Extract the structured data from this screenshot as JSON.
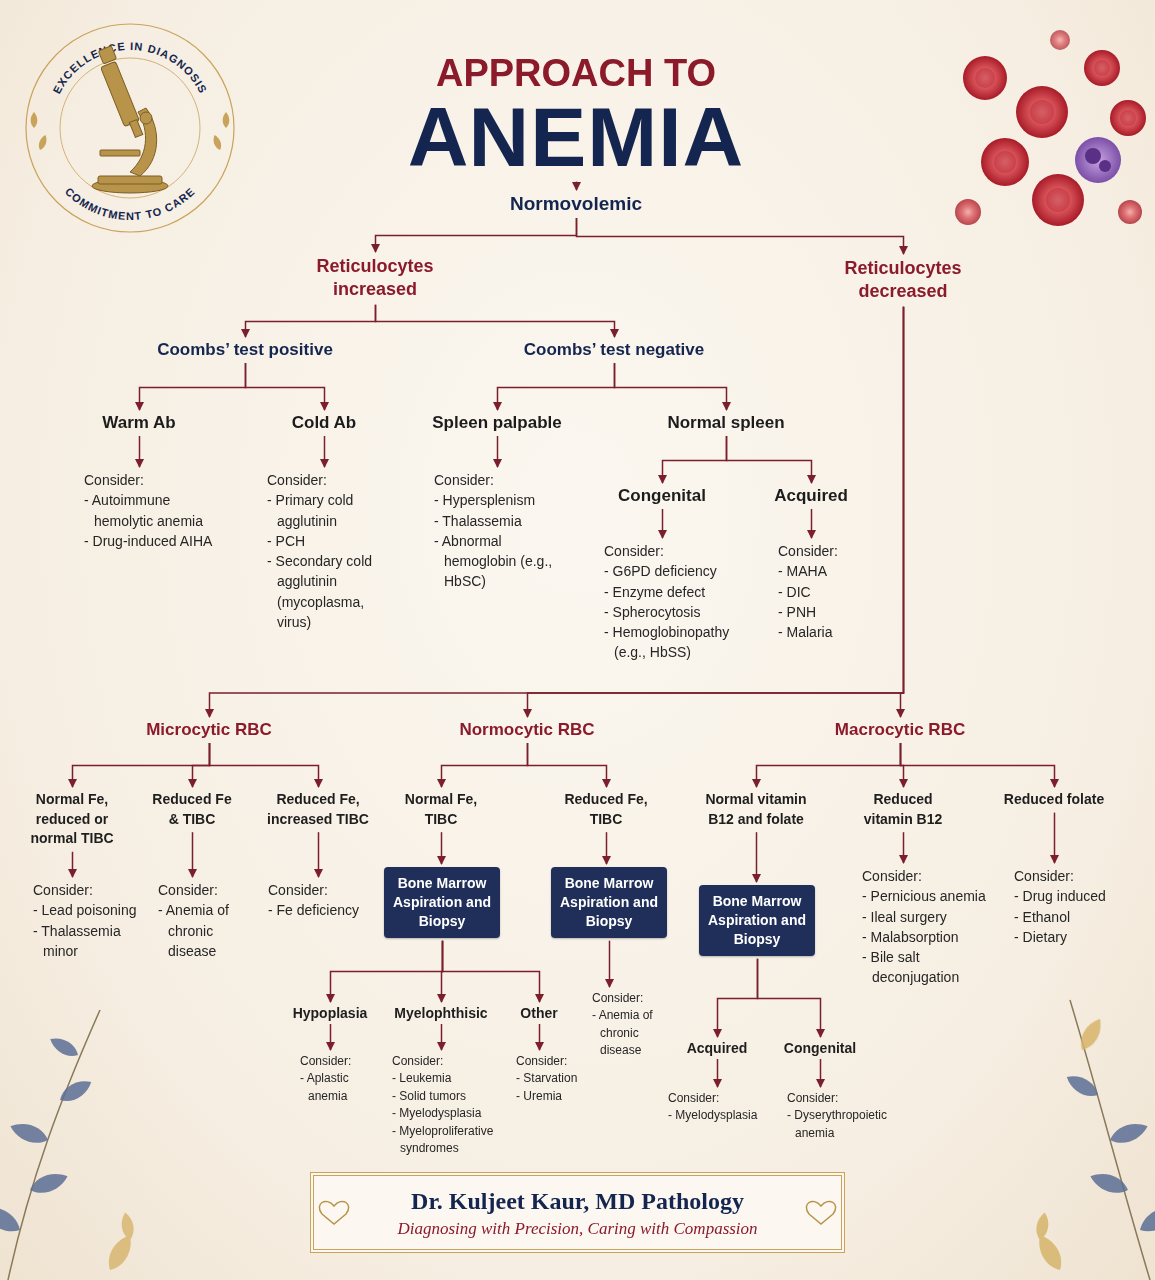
{
  "diagram": {
    "title": "APPROACH TO ANEMIA",
    "nodes": [
      {
        "text": [
          "Normovolemic"
        ]
      },
      {
        "text": [
          "Reticulocytes increased"
        ]
      },
      {
        "text": [
          "Reticulocytes decreased"
        ]
      },
      {
        "text": [
          "Coombs’ test positive"
        ]
      },
      {
        "text": [
          "Coombs’ test negative"
        ]
      },
      {
        "text": [
          "Warm Ab"
        ]
      },
      {
        "text": [
          "Cold Ab"
        ]
      },
      {
        "text": [
          "Spleen palpable"
        ]
      },
      {
        "text": [
          "Normal spleen"
        ]
      },
      {
        "text": [
          "Consider:",
          "- Autoimmune hemolytic anemia",
          "- Drug-induced AIHA"
        ]
      },
      {
        "text": [
          "Consider:",
          "- Primary cold agglutinin",
          "- PCH",
          "- Secondary cold agglutinin (mycoplasma, virus)"
        ]
      },
      {
        "text": [
          "Consider:",
          "- Hypersplenism",
          "- Thalassemia",
          "- Abnormal hemoglobin (e.g., HbSC)"
        ]
      },
      {
        "text": [
          "Congenital"
        ]
      },
      {
        "text": [
          "Acquired"
        ]
      },
      {
        "text": [
          "Consider:",
          "- G6PD deficiency",
          "- Enzyme defect",
          "- Spherocytosis",
          "- Hemoglobinopathy (e.g., HbSS)"
        ]
      },
      {
        "text": [
          "Consider:",
          "- MAHA",
          "- DIC",
          "- PNH",
          "- Malaria"
        ]
      },
      {
        "text": [
          "Microcytic RBC"
        ]
      },
      {
        "text": [
          "Normocytic RBC"
        ]
      },
      {
        "text": [
          "Macrocytic RBC"
        ]
      },
      {
        "text": [
          "Normal Fe, reduced or normal TIBC"
        ]
      },
      {
        "text": [
          "Reduced Fe & TIBC"
        ]
      },
      {
        "text": [
          "Reduced Fe, increased TIBC"
        ]
      },
      {
        "text": [
          "Normal Fe, TIBC"
        ]
      },
      {
        "text": [
          "Reduced Fe, TIBC"
        ]
      },
      {
        "text": [
          "Normal vitamin B12 and folate"
        ]
      },
      {
        "text": [
          "Reduced vitamin B12"
        ]
      },
      {
        "text": [
          "Reduced folate"
        ]
      },
      {
        "text": [
          "Consider:",
          "- Lead poisoning",
          "- Thalassemia minor"
        ]
      },
      {
        "text": [
          "Consider:",
          "- Anemia of chronic disease"
        ]
      },
      {
        "text": [
          "Consider:",
          "- Fe deficiency"
        ]
      },
      {
        "text": [
          "Bone Marrow Aspiration and Biopsy"
        ]
      },
      {
        "text": [
          "Bone Marrow Aspiration and Biopsy"
        ]
      },
      {
        "text": [
          "Bone Marrow Aspiration and Biopsy"
        ]
      },
      {
        "text": [
          "Consider:",
          "- Pernicious anemia",
          "- Ileal surgery",
          "- Malabsorption",
          "- Bile salt deconjugation"
        ]
      },
      {
        "text": [
          "Consider:",
          "- Drug induced",
          "- Ethanol",
          "- Dietary"
        ]
      },
      {
        "text": [
          "Hypoplasia"
        ]
      },
      {
        "text": [
          "Myelophthisic"
        ]
      },
      {
        "text": [
          "Other"
        ]
      },
      {
        "text": [
          "Consider:",
          "- Anemia of chronic disease"
        ]
      },
      {
        "text": [
          "Acquired"
        ]
      },
      {
        "text": [
          "Congenital"
        ]
      },
      {
        "text": [
          "Consider:",
          "- Aplastic anemia"
        ]
      },
      {
        "text": [
          "Consider:",
          "- Leukemia",
          "- Solid tumors",
          "- Myelodysplasia",
          "- Myeloproliferative syndromes"
        ]
      },
      {
        "text": [
          "Consider:",
          "- Starvation",
          "- Uremia"
        ]
      },
      {
        "text": [
          "Consider:",
          "- Myelodysplasia"
        ]
      },
      {
        "text": [
          "Consider:",
          "- Dyserythropoietic anemia"
        ]
      },
      {
        "text": [
          "Dr. Kuljeet Kaur, MD Pathology",
          "Diagnosing with Precision, Caring with Compassion"
        ]
      }
    ],
    "edges": [
      {
        "from": 0,
        "to": 1,
        "arrow": "to"
      },
      {
        "from": 0,
        "to": 2,
        "arrow": "to"
      },
      {
        "from": 1,
        "to": 3,
        "arrow": "to"
      },
      {
        "from": 1,
        "to": 4,
        "arrow": "to"
      },
      {
        "from": 3,
        "to": 5,
        "arrow": "to"
      },
      {
        "from": 3,
        "to": 6,
        "arrow": "to"
      },
      {
        "from": 4,
        "to": 7,
        "arrow": "to"
      },
      {
        "from": 4,
        "to": 8,
        "arrow": "to"
      },
      {
        "from": 5,
        "to": 9,
        "arrow": "to"
      },
      {
        "from": 6,
        "to": 10,
        "arrow": "to"
      },
      {
        "from": 7,
        "to": 11,
        "arrow": "to"
      },
      {
        "from": 8,
        "to": 12,
        "arrow": "to"
      },
      {
        "from": 8,
        "to": 13,
        "arrow": "to"
      },
      {
        "from": 12,
        "to": 14,
        "arrow": "to"
      },
      {
        "from": 13,
        "to": 15,
        "arrow": "to"
      },
      {
        "from": 2,
        "to": 16,
        "arrow": "to"
      },
      {
        "from": 2,
        "to": 17,
        "arrow": "to"
      },
      {
        "from": 2,
        "to": 18,
        "arrow": "to"
      },
      {
        "from": 16,
        "to": 19,
        "arrow": "to"
      },
      {
        "from": 16,
        "to": 20,
        "arrow": "to"
      },
      {
        "from": 16,
        "to": 21,
        "arrow": "to"
      },
      {
        "from": 17,
        "to": 22,
        "arrow": "to"
      },
      {
        "from": 17,
        "to": 23,
        "arrow": "to"
      },
      {
        "from": 18,
        "to": 24,
        "arrow": "to"
      },
      {
        "from": 18,
        "to": 25,
        "arrow": "to"
      },
      {
        "from": 18,
        "to": 26,
        "arrow": "to"
      },
      {
        "from": 19,
        "to": 27,
        "arrow": "to"
      },
      {
        "from": 20,
        "to": 28,
        "arrow": "to"
      },
      {
        "from": 21,
        "to": 29,
        "arrow": "to"
      },
      {
        "from": 22,
        "to": 30,
        "arrow": "to"
      },
      {
        "from": 23,
        "to": 31,
        "arrow": "to"
      },
      {
        "from": 24,
        "to": 32,
        "arrow": "to"
      },
      {
        "from": 25,
        "to": 33,
        "arrow": "to"
      },
      {
        "from": 26,
        "to": 34,
        "arrow": "to"
      },
      {
        "from": 30,
        "to": 35,
        "arrow": "to"
      },
      {
        "from": 30,
        "to": 36,
        "arrow": "to"
      },
      {
        "from": 30,
        "to": 37,
        "arrow": "to"
      },
      {
        "from": 31,
        "to": 38,
        "arrow": "to"
      },
      {
        "from": 32,
        "to": 39,
        "arrow": "to"
      },
      {
        "from": 32,
        "to": 40,
        "arrow": "to"
      },
      {
        "from": 35,
        "to": 41,
        "arrow": "to"
      },
      {
        "from": 36,
        "to": 42,
        "arrow": "to"
      },
      {
        "from": 37,
        "to": 43,
        "arrow": "to"
      },
      {
        "from": 39,
        "to": 44,
        "arrow": "to"
      },
      {
        "from": 40,
        "to": 45,
        "arrow": "to"
      }
    ],
    "labels": [
      "EXCELLENCE IN DIAGNOSIS",
      "COMMITMENT TO CARE"
    ]
  }
}
